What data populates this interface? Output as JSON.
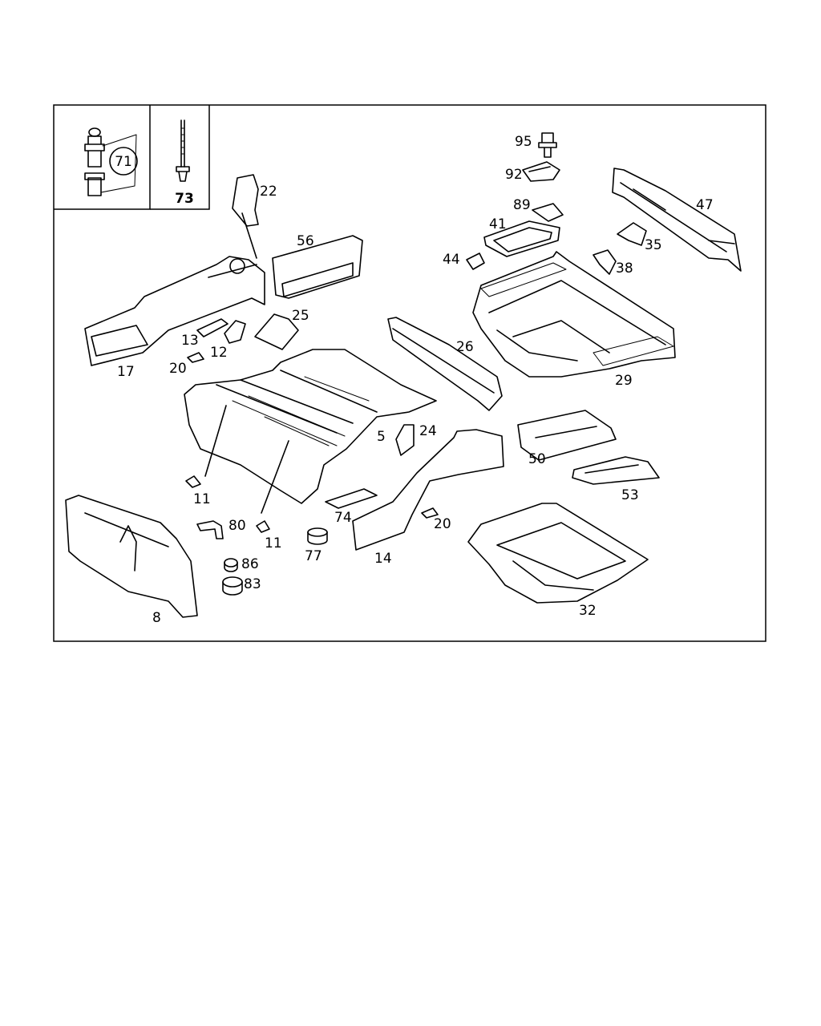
{
  "inset_labels": {
    "bushing": "71",
    "bolt": "73"
  },
  "labels": {
    "p5": "5",
    "p8": "8",
    "p11a": "11",
    "p11b": "11",
    "p12": "12",
    "p13": "13",
    "p14": "14",
    "p17": "17",
    "p20a": "20",
    "p20b": "20",
    "p22": "22",
    "p24": "24",
    "p25": "25",
    "p26": "26",
    "p29": "29",
    "p32": "32",
    "p35": "35",
    "p38": "38",
    "p41": "41",
    "p44": "44",
    "p47": "47",
    "p50": "50",
    "p53": "53",
    "p56": "56",
    "p74": "74",
    "p77": "77",
    "p80": "80",
    "p83": "83",
    "p86": "86",
    "p89": "89",
    "p92": "92",
    "p95": "95"
  }
}
